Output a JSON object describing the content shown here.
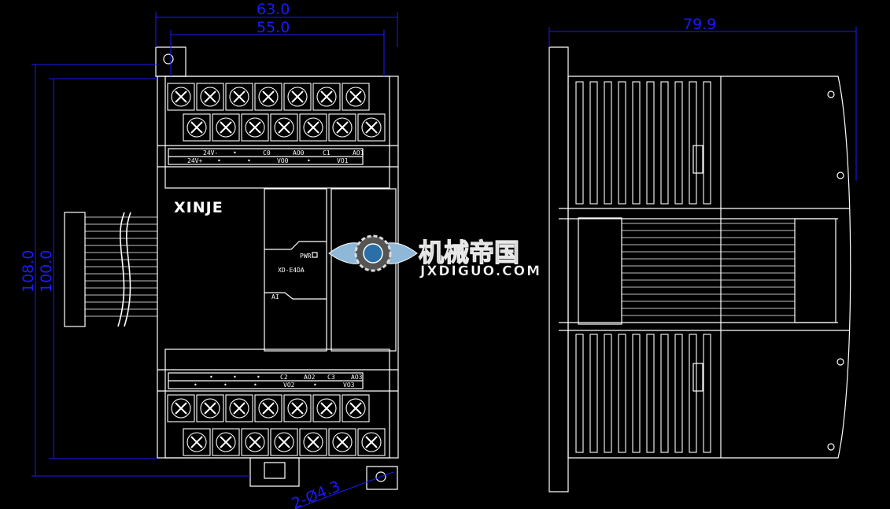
{
  "dimensions": {
    "width_outer": "63.0",
    "width_inner": "55.0",
    "height_outer": "108.0",
    "height_inner": "100.0",
    "depth": "79.9",
    "hole": "2-Ø4.3"
  },
  "device": {
    "brand": "XINJE",
    "model": "XD-E4DA",
    "pwr_label": "PWR",
    "ai_label": "AI"
  },
  "terminals": {
    "top_row1": [
      "24V-",
      "•",
      "C0",
      "AO0",
      "C1",
      "AO1"
    ],
    "top_row2": [
      "24V+",
      "•",
      "•",
      "VO0",
      "•",
      "VO1"
    ],
    "bottom_row1": [
      "•",
      "•",
      "•",
      "C2",
      "AO2",
      "C3",
      "AO3"
    ],
    "bottom_row2": [
      "•",
      "•",
      "•",
      "VO2",
      "•",
      "VO3"
    ]
  },
  "watermark": {
    "title": "机械帝国",
    "url": "JXDIGUO.COM"
  },
  "colors": {
    "background": "#000000",
    "line": "#ffffff",
    "dimension": "#1a1aff"
  }
}
